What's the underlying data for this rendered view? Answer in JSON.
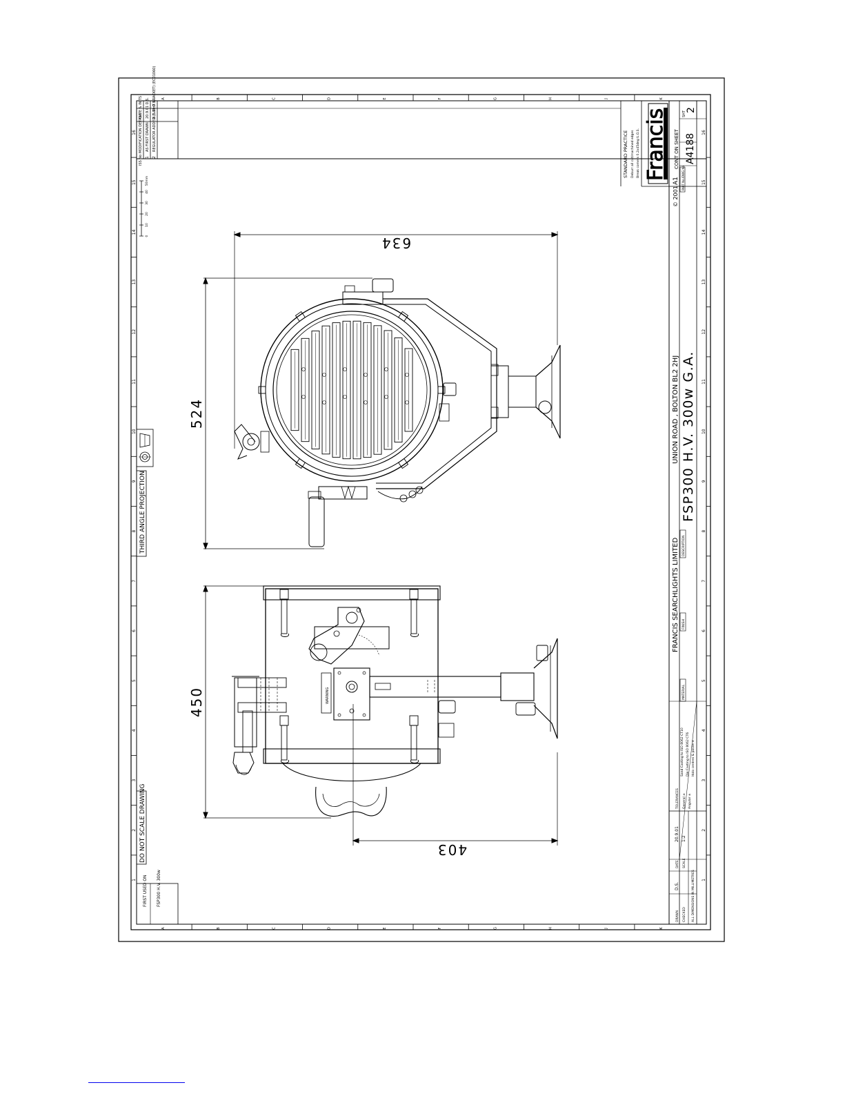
{
  "sheet": {
    "column_letters": [
      "A",
      "B",
      "C",
      "D",
      "E",
      "F",
      "G",
      "H",
      "J",
      "K"
    ],
    "row_numbers": [
      "1",
      "2",
      "3",
      "4",
      "5",
      "6",
      "7",
      "8",
      "9",
      "10",
      "11",
      "12",
      "13",
      "14",
      "15",
      "16"
    ]
  },
  "revisions": {
    "headers": {
      "iss": "ISS No",
      "details": "MODIFICATION DETAILS",
      "date": "DATE & INITS"
    },
    "rows": [
      {
        "iss": "1",
        "details": "AS FIRST DRAWN",
        "date": "20.9.01 D.S."
      },
      {
        "iss": "2",
        "details": "REGULATOR ADDED (5.0mT BRACKET) (EC01060)",
        "date": "8.1.01 D.S."
      }
    ]
  },
  "scale_bar": {
    "ticks": [
      "0",
      "10",
      "20",
      "30",
      "40",
      "50mm"
    ]
  },
  "notes": {
    "projection": "THIRD ANGLE PROJECTION",
    "do_not_scale": "DO NOT SCALE DRAWING",
    "first_used_on_label": "FIRST USED ON",
    "first_used_on_value": "FSP300 H.V. 300w",
    "standard_practice_title": "STANDARD PRACTICE",
    "standard_practice_lines": [
      "Deburr all cut/machined edges",
      "Break corners 0.2x45deg U.O.S."
    ]
  },
  "dimensions": {
    "front_width": "634",
    "front_height": "524",
    "side_height": "450",
    "side_width": "403"
  },
  "side_view": {
    "warning_label": "WARNING"
  },
  "title_block": {
    "copyright": "© 2001",
    "size": "A1",
    "cont_on_sheet": "CONT ON SHEET",
    "part_no_label": "PART No./DWG No",
    "part_no": "A4188",
    "sht_label": "SHT",
    "sht": "2",
    "company": "FRANCIS SEARCHLIGHTS LIMITED",
    "address": "UNION ROAD , BOLTON BL2 2HJ",
    "description_label": "DESCRIPTION",
    "description": "FSP300 H.V. 300w G.A.",
    "finish_label": "FINISH",
    "material_label": "MATERIAL",
    "coating_lines": [
      "Sand Casting to ISO 8062 CT10",
      "Die Casting to ISO 8062 CT6",
      "Holo centres & posns ±"
    ],
    "tolerances_label": "TOLERANCES",
    "tolerances_lines": [
      "General ±",
      "Angular ±"
    ],
    "drawn_label": "DRAWN",
    "drawn": "D.S.",
    "checked_label": "CHECKED",
    "date_label": "DATE",
    "date": "20.9.01",
    "scale_label": "SCALE",
    "scale": "1:2",
    "units_note": "ALL DIMENSIONS IN MILLIMETRES",
    "logo_text": "Francis",
    "logo_sub": "SEARCHLIGHTS"
  }
}
